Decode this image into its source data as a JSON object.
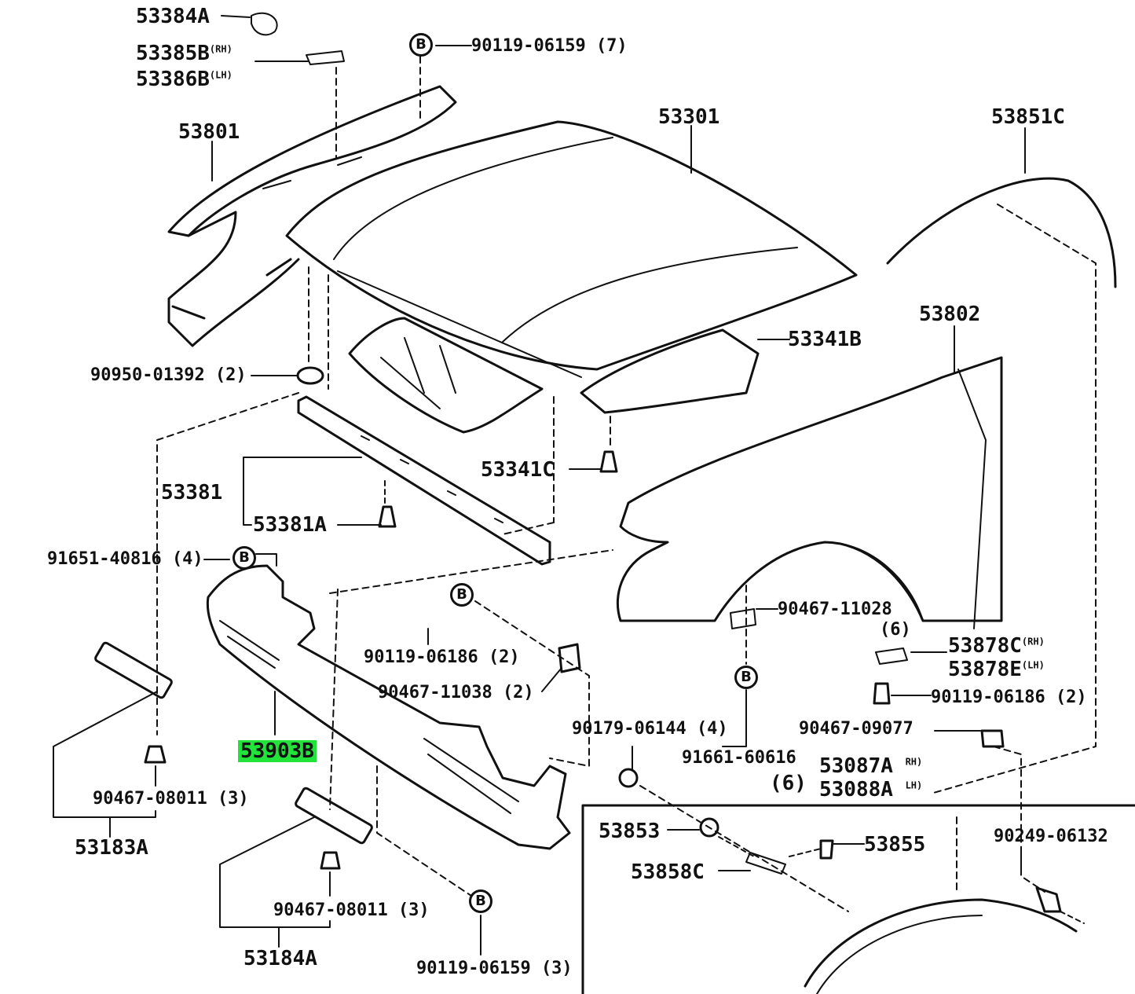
{
  "labels": {
    "p53384A": "53384A",
    "p53385B": "53385B",
    "rh": "(RH)",
    "p53386B": "53386B",
    "lh": "(LH)",
    "p90119_06159_7": "90119-06159 (7)",
    "p53801": "53801",
    "p53301": "53301",
    "p53851C": "53851C",
    "p53341B": "53341B",
    "p53802": "53802",
    "p90950": "90950-01392 (2)",
    "p53341C": "53341C",
    "p53381": "53381",
    "p53381A": "53381A",
    "p91651": "91651-40816 (4)",
    "p90119_06186_2a": "90119-06186 (2)",
    "p90467_11038": "90467-11038 (2)",
    "p90467_11028": "90467-11028",
    "q6a": "(6)",
    "p53878C": "53878C",
    "rh2": "(RH)",
    "p53878E": "53878E",
    "lh2": "(LH)",
    "p90119_06186_2b": "90119-06186 (2)",
    "p53903B": "53903B",
    "p90179": "90179-06144 (4)",
    "p90467_09077": "90467-09077",
    "p91661": "91661-60616",
    "q6b": "(6)",
    "p53087A": "53087A",
    "rh3": "RH)",
    "p53088A": "53088A",
    "lh3": "LH)",
    "p90467_08011_a": "90467-08011 (3)",
    "p53183A": "53183A",
    "p53853": "53853",
    "p53855": "53855",
    "p90249": "90249-06132",
    "p53858C": "53858C",
    "p90467_08011_b": "90467-08011 (3)",
    "p53184A": "53184A",
    "p90119_06159_3": "90119-06159 (3)"
  },
  "markers": {
    "b": "B"
  },
  "colors": {
    "highlight": "#22e33a",
    "ink": "#111111"
  }
}
